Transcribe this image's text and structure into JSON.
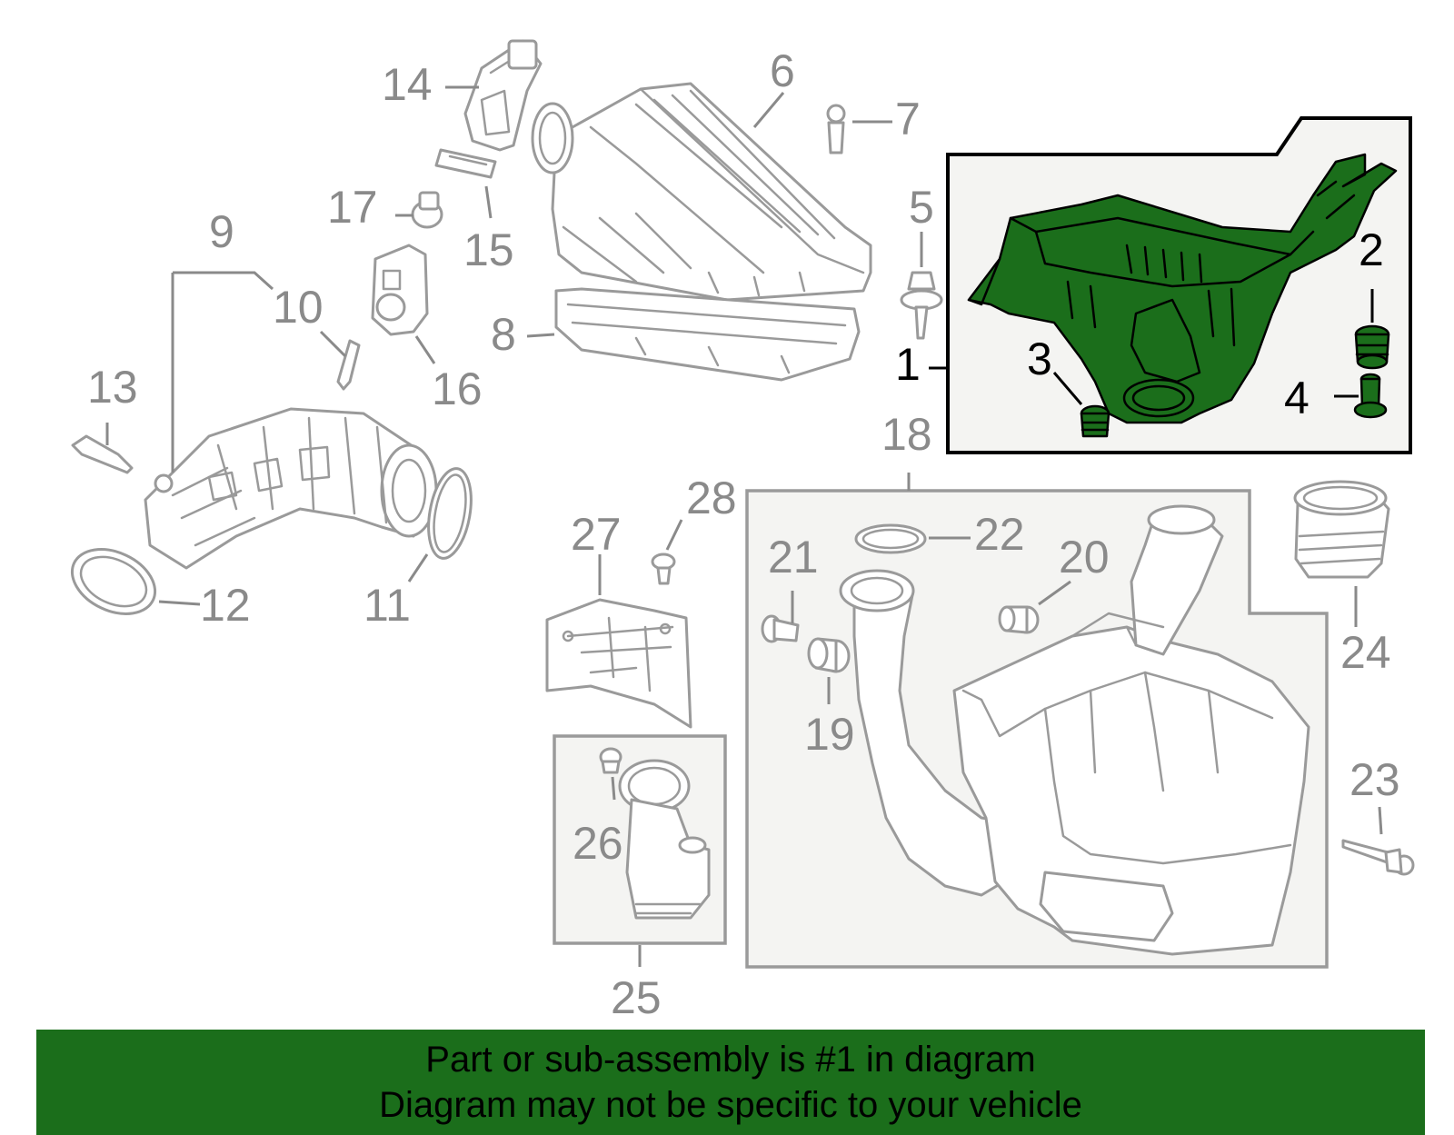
{
  "parts": [
    {
      "number": "1",
      "highlighted": true
    },
    {
      "number": "2",
      "highlighted": true
    },
    {
      "number": "3",
      "highlighted": true
    },
    {
      "number": "4",
      "highlighted": true
    },
    {
      "number": "5"
    },
    {
      "number": "6"
    },
    {
      "number": "7"
    },
    {
      "number": "8"
    },
    {
      "number": "9"
    },
    {
      "number": "10"
    },
    {
      "number": "11"
    },
    {
      "number": "12"
    },
    {
      "number": "13"
    },
    {
      "number": "14"
    },
    {
      "number": "15"
    },
    {
      "number": "16"
    },
    {
      "number": "17"
    },
    {
      "number": "18"
    },
    {
      "number": "19"
    },
    {
      "number": "20"
    },
    {
      "number": "21"
    },
    {
      "number": "22"
    },
    {
      "number": "23"
    },
    {
      "number": "24"
    },
    {
      "number": "25"
    },
    {
      "number": "26"
    },
    {
      "number": "27"
    },
    {
      "number": "28"
    }
  ],
  "banner": {
    "line1": "Part or sub-assembly is #1 in diagram",
    "line2": "Diagram may not be specific to your vehicle"
  },
  "colors": {
    "highlight": "#1b6e1b",
    "line_art": "#9a9a9a",
    "label": "#8a8a8a"
  }
}
